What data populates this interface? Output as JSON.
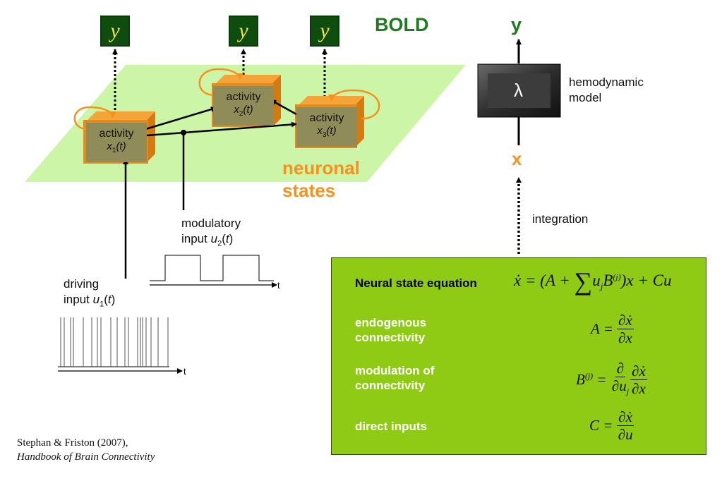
{
  "bold_label": "BOLD",
  "y_symbol": "y",
  "nodes": [
    {
      "label": "activity",
      "var": "x",
      "sub": "1",
      "arg": "(t)"
    },
    {
      "label": "activity",
      "var": "x",
      "sub": "2",
      "arg": "(t)"
    },
    {
      "label": "activity",
      "var": "x",
      "sub": "3",
      "arg": "(t)"
    }
  ],
  "neuronal_states": [
    "neuronal",
    "states"
  ],
  "modulatory_input": {
    "line1": "modulatory",
    "line2_prefix": "input ",
    "var": "u",
    "sub": "2",
    "arg": "(t)"
  },
  "driving_input": {
    "line1": "driving",
    "line2_prefix": "input ",
    "var": "u",
    "sub": "1",
    "arg": "(t)"
  },
  "time_label": "t",
  "hemo": {
    "symbol": "λ",
    "label_line1": "hemodynamic",
    "label_line2": "model",
    "y_out": "y",
    "x_in": "x"
  },
  "integration_label": "integration",
  "panel": {
    "title": "Neural state equation",
    "endogenous": [
      "endogenous",
      "connectivity"
    ],
    "modulation": [
      "modulation of",
      "connectivity"
    ],
    "direct": "direct inputs"
  },
  "citation": {
    "line1": "Stephan & Friston (2007),",
    "line2": "Handbook of Brain Connectivity"
  },
  "colors": {
    "plane": "#ccf5a8",
    "ybox": "#0f4d0f",
    "orange": "#f5921e",
    "bold_green": "#1f7a1f",
    "panel": "#8fcb14"
  }
}
